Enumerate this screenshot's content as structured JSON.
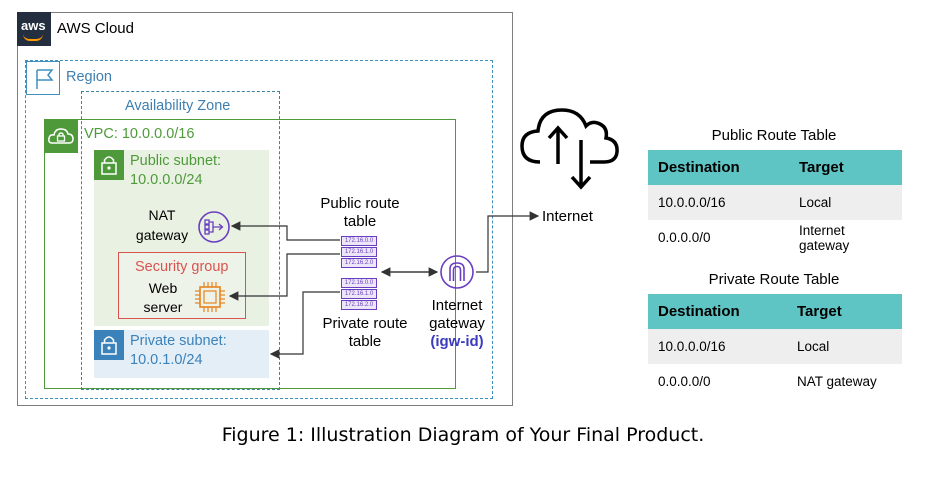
{
  "cloud": {
    "label": "AWS Cloud",
    "logo_text": "aws"
  },
  "region": {
    "label": "Region"
  },
  "availability_zone": {
    "label": "Availability Zone"
  },
  "vpc": {
    "label": "VPC: 10.0.0.0/16"
  },
  "public_subnet": {
    "line1": "Public subnet:",
    "line2": "10.0.0.0/24"
  },
  "private_subnet": {
    "line1": "Private subnet:",
    "line2": "10.0.1.0/24"
  },
  "nat_gateway": {
    "line1": "NAT",
    "line2": "gateway"
  },
  "security_group": {
    "label": "Security group"
  },
  "web_server": {
    "line1": "Web",
    "line2": "server"
  },
  "public_route_table": {
    "line1": "Public route",
    "line2": "table",
    "rows": [
      "172.16.0.0",
      "172.16.1.0",
      "172.16.2.0"
    ]
  },
  "private_route_table": {
    "line1": "Private route",
    "line2": "table",
    "rows": [
      "172.16.0.0",
      "172.16.1.0",
      "172.16.2.0"
    ]
  },
  "internet_gateway": {
    "line1": "Internet",
    "line2": "gateway",
    "line3": "(igw-id)"
  },
  "internet": {
    "label": "Internet"
  },
  "public_rt_table": {
    "title": "Public Route Table",
    "headers": [
      "Destination",
      "Target"
    ],
    "rows": [
      [
        "10.0.0.0/16",
        "Local"
      ],
      [
        "0.0.0.0/0",
        "Internet gateway"
      ]
    ]
  },
  "private_rt_table": {
    "title": "Private Route Table",
    "headers": [
      "Destination",
      "Target"
    ],
    "rows": [
      [
        "10.0.0.0/16",
        "Local"
      ],
      [
        "0.0.0.0/0",
        "NAT gateway"
      ]
    ]
  },
  "caption": "Figure 1: Illustration Diagram of Your Final Product.",
  "colors": {
    "vpc_green": "#4e9a3a",
    "region_blue": "#3f8fbf",
    "table_header": "#5fc4c4",
    "security_red": "#d9534f",
    "igw_purple": "#6a3fbf"
  }
}
